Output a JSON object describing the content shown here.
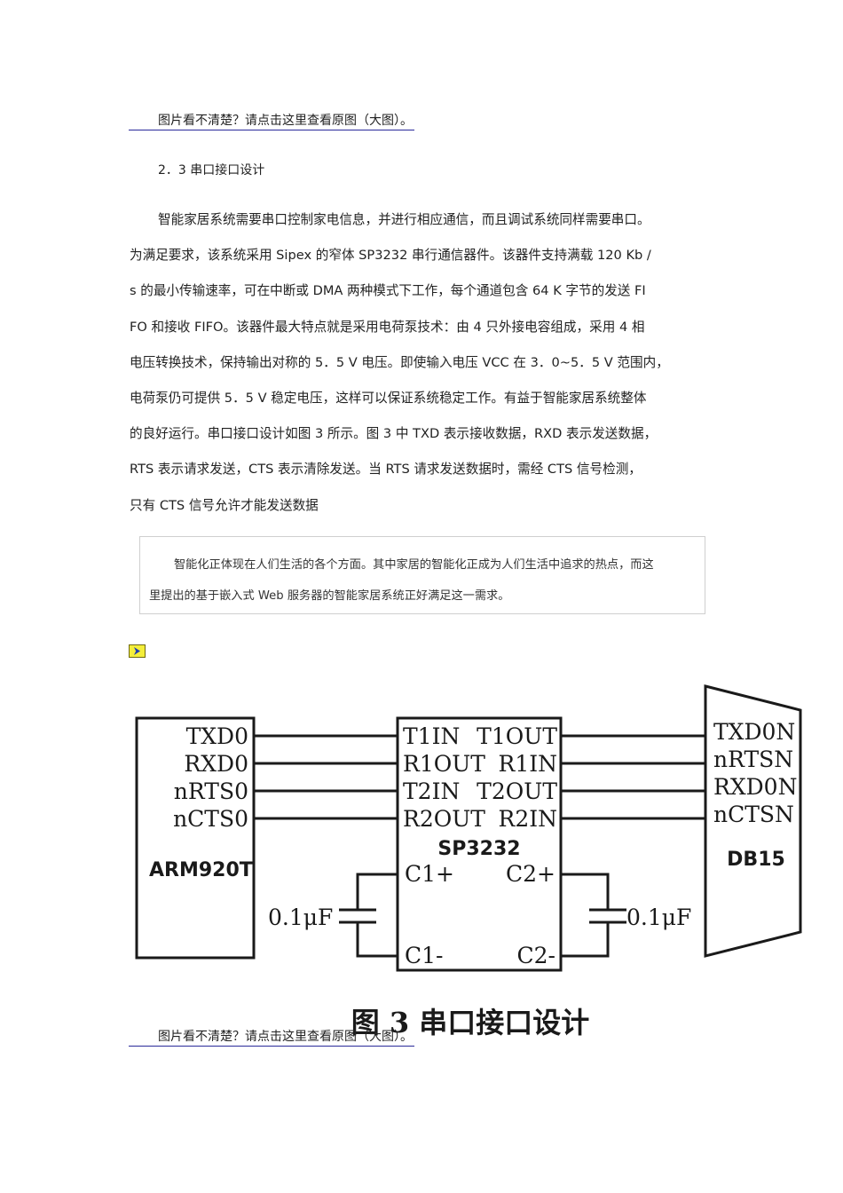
{
  "links": {
    "top": "图片看不清楚？请点击这里查看原图（大图）。",
    "bottom": "图片看不清楚？请点击这里查看原图（大图）。"
  },
  "section_heading": "2．3 串口接口设计",
  "paragraph_lines": [
    "智能家居系统需要串口控制家电信息，并进行相应通信，而且调试系统同样需要串口。",
    "为满足要求，该系统采用 Sipex 的窄体 SP3232 串行通信器件。该器件支持满载 120 Kb /",
    "s 的最小传输速率，可在中断或 DMA 两种模式下工作，每个通道包含 64 K 字节的发送 FI",
    "FO 和接收 FIFO。该器件最大特点就是采用电荷泵技术：由 4 只外接电容组成，采用 4 相",
    "电压转换技术，保持输出对称的 5．5 V 电压。即使输入电压 VCC 在 3．0~5．5 V 范围内，",
    "电荷泵仍可提供 5．5 V 稳定电压，这样可以保证系统稳定工作。有益于智能家居系统整体",
    "的良好运行。串口接口设计如图 3 所示。图 3 中 TXD 表示接收数据，RXD 表示发送数据，",
    "RTS 表示请求发送，CTS 表示清除发送。当 RTS 请求发送数据时，需经 CTS 信号检测，",
    "只有 CTS 信号允许才能发送数据"
  ],
  "note_lines": [
    "智能化正体现在人们生活的各个方面。其中家居的智能化正成为人们生活中追求的热点，而这",
    "里提出的基于嵌入式 Web 服务器的智能家居系统正好满足这一需求。"
  ],
  "diagram": {
    "arm": {
      "pins": [
        "TXD0",
        "RXD0",
        "nRTS0",
        "nCTS0"
      ],
      "name": "ARM920T"
    },
    "sp3232": {
      "left_pins": [
        "T1IN",
        "R1OUT",
        "T2IN",
        "R2OUT"
      ],
      "right_pins": [
        "T1OUT",
        "R1IN",
        "T2OUT",
        "R2IN"
      ],
      "name": "SP3232",
      "cap_pins": [
        "C1+",
        "C1-",
        "C2+",
        "C2-"
      ]
    },
    "db15": {
      "pins": [
        "TXD0N",
        "nRTSN",
        "RXD0N",
        "nCTSN"
      ],
      "name": "DB15"
    },
    "capacitor_left": "0.1μF",
    "capacitor_right": "0.1μF",
    "caption": "图 3  串口接口设计"
  }
}
